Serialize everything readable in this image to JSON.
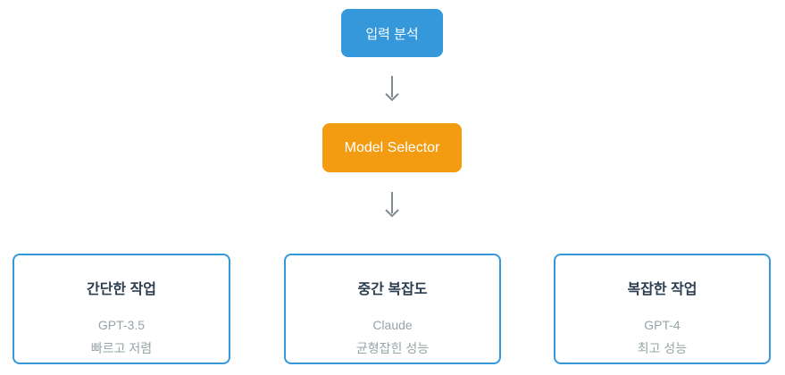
{
  "diagram": {
    "input_node": {
      "label": "입력 분석"
    },
    "selector_node": {
      "label": "Model Selector"
    },
    "cards": [
      {
        "title": "간단한 작업",
        "model": "GPT-3.5",
        "description": "빠르고 저렴"
      },
      {
        "title": "중간 복잡도",
        "model": "Claude",
        "description": "균형잡힌 성능"
      },
      {
        "title": "복잡한 작업",
        "model": "GPT-4",
        "description": "최고 성능"
      }
    ],
    "colors": {
      "input_bg": "#3498db",
      "selector_bg": "#f39c12",
      "card_border": "#3498db",
      "title_color": "#2c3e50",
      "muted_color": "#95a5a6",
      "arrow_color": "#7f8c8d",
      "node_text": "#ffffff"
    }
  }
}
